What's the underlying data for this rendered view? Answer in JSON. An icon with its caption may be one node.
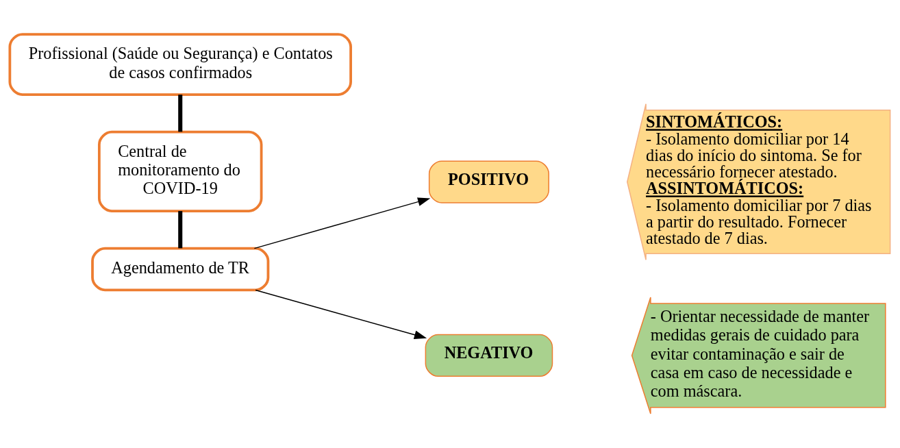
{
  "diagram": {
    "nodes": [
      {
        "text": [
          "Profissional (Saúde ou Segurança) e Contatos de casos confirmados"
        ]
      },
      {
        "text": [
          "Central de monitoramento do COVID-19"
        ]
      },
      {
        "text": [
          "Agendamento de TR"
        ]
      },
      {
        "text": [
          "POSITIVO"
        ]
      },
      {
        "text": [
          "SINTOMÁTICOS:",
          "- Isolamento domiciliar por 14 dias do início do sintoma. Se for necessário fornecer atestado.",
          "ASSINTOMÁTICOS:",
          "- Isolamento domiciliar por 7 dias a partir do resultado. Fornecer atestado de 7 dias."
        ]
      },
      {
        "text": [
          "NEGATIVO"
        ]
      },
      {
        "text": [
          "- Orientar necessidade de manter medidas gerais de cuidado para evitar contaminação e sair de casa em caso de necessidade e com máscara."
        ]
      }
    ],
    "edges": [
      {
        "from": 0,
        "to": 1,
        "arrow": "none",
        "style": "thick"
      },
      {
        "from": 1,
        "to": 2,
        "arrow": "none",
        "style": "thick"
      },
      {
        "from": 2,
        "to": 3,
        "arrow": "to"
      },
      {
        "from": 2,
        "to": 5,
        "arrow": "to"
      }
    ]
  }
}
